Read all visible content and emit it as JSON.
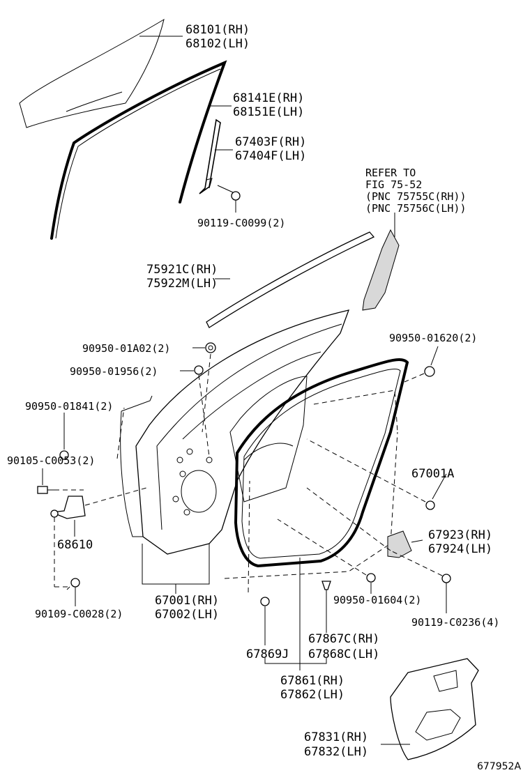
{
  "labels": {
    "p68101": "68101(RH)",
    "p68102": "68102(LH)",
    "p68141E": "68141E(RH)",
    "p68151E": "68151E(LH)",
    "p67403F": "67403F(RH)",
    "p67404F": "67404F(LH)",
    "p90119C0099": "90119-C0099(2)",
    "refer1": "REFER TO",
    "refer2": "FIG 75-52",
    "refer3": "(PNC 75755C(RH))",
    "refer4": "(PNC 75756C(LH))",
    "p75921C": "75921C(RH)",
    "p75922M": "75922M(LH)",
    "p9095001A02": "90950-01A02(2)",
    "p9095001956": "90950-01956(2)",
    "p9095001620": "90950-01620(2)",
    "p9095001841": "90950-01841(2)",
    "p90105C0053": "90105-C0053(2)",
    "p67001A": "67001A",
    "p68610": "68610",
    "p67923": "67923(RH)",
    "p67924": "67924(LH)",
    "p67001": "67001(RH)",
    "p67002": "67002(LH)",
    "p9095001604": "90950-01604(2)",
    "p90109C0028": "90109-C0028(2)",
    "p90119C0236": "90119-C0236(4)",
    "p67867C": "67867C(RH)",
    "p67868C": "67868C(LH)",
    "p67869J": "67869J",
    "p67861": "67861(RH)",
    "p67862": "67862(LH)",
    "p67831": "67831(RH)",
    "p67832": "67832(LH)",
    "figure_id": "677952A"
  }
}
